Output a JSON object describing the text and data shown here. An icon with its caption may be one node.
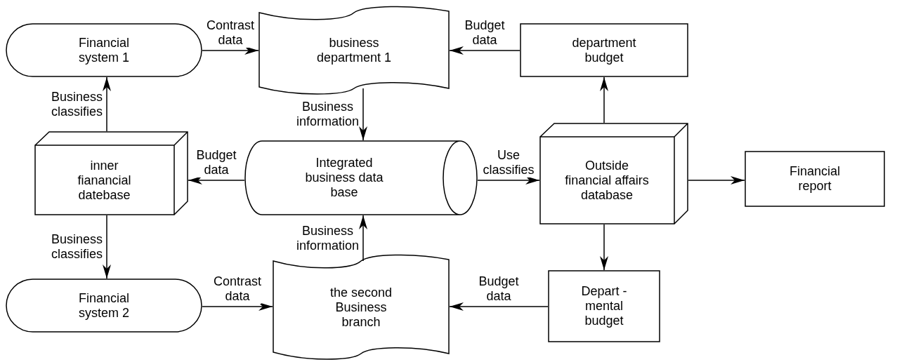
{
  "diagram": {
    "nodes": [
      {
        "text": [
          "Financial system 1"
        ]
      },
      {
        "text": [
          "business department 1"
        ]
      },
      {
        "text": [
          "department budget"
        ]
      },
      {
        "text": [
          "inner fianancial datebase"
        ]
      },
      {
        "text": [
          "Integrated business data base"
        ]
      },
      {
        "text": [
          "Outside financial affairs database"
        ]
      },
      {
        "text": [
          "Financial report"
        ]
      },
      {
        "text": [
          "Financial system 2"
        ]
      },
      {
        "text": [
          "the second Business branch"
        ]
      },
      {
        "text": [
          "Depart -mental budget"
        ]
      }
    ],
    "edges": [
      {
        "from": 3,
        "to": 0,
        "arrow": "to",
        "label": "Business classifies"
      },
      {
        "from": 0,
        "to": 1,
        "arrow": "to",
        "label": "Contrast data"
      },
      {
        "from": 2,
        "to": 1,
        "arrow": "to",
        "label": "Budget data"
      },
      {
        "from": 1,
        "to": 4,
        "arrow": "to",
        "label": "Business information"
      },
      {
        "from": 4,
        "to": 3,
        "arrow": "to",
        "label": "Budget data"
      },
      {
        "from": 4,
        "to": 5,
        "arrow": "to",
        "label": "Use classifies"
      },
      {
        "from": 5,
        "to": 2,
        "arrow": "to"
      },
      {
        "from": 5,
        "to": 6,
        "arrow": "to"
      },
      {
        "from": 3,
        "to": 7,
        "arrow": "to",
        "label": "Business classifies"
      },
      {
        "from": 7,
        "to": 8,
        "arrow": "to",
        "label": "Contrast data"
      },
      {
        "from": 8,
        "to": 4,
        "arrow": "to",
        "label": "Business information"
      },
      {
        "from": 9,
        "to": 8,
        "arrow": "to",
        "label": "Budget data"
      },
      {
        "from": 5,
        "to": 9,
        "arrow": "to"
      }
    ]
  }
}
